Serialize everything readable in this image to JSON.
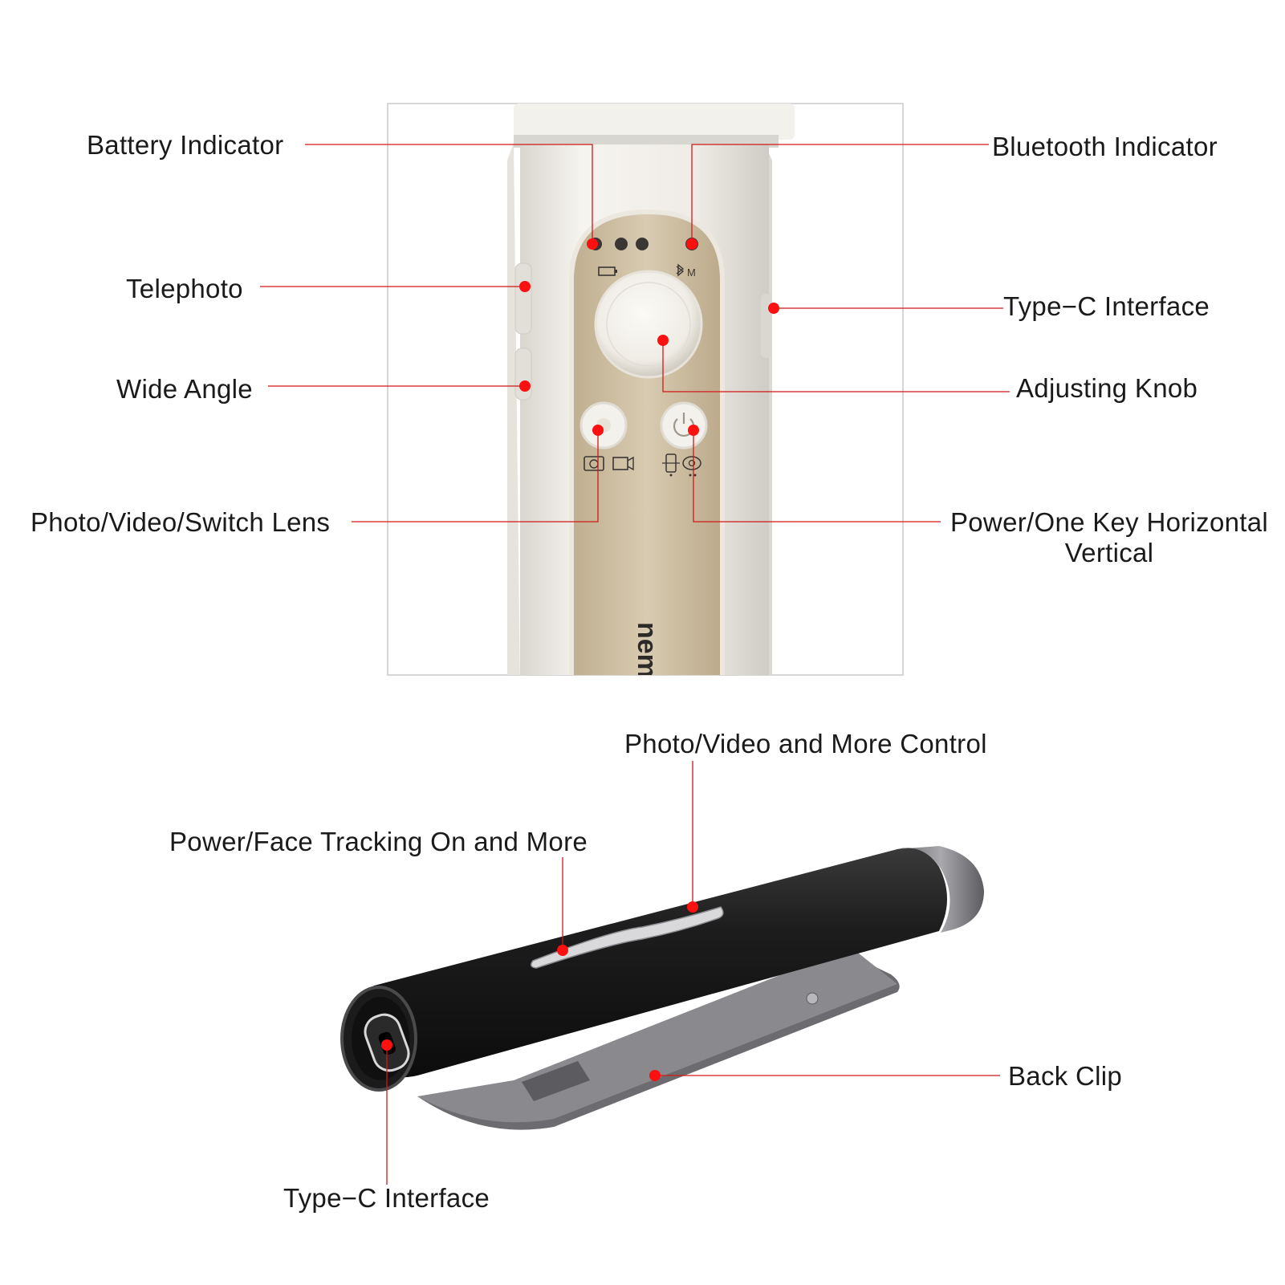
{
  "diagram": {
    "colors": {
      "callout_line": "#d01818",
      "callout_dot": "#ff1010",
      "grip_body": "#eeeae2",
      "grip_panel": "#d2c3a6",
      "remote_body": "#1c1c1c",
      "clip": "#7c7c80"
    },
    "grip": {
      "brand_text": "nem",
      "labels": {
        "battery_indicator": "Battery Indicator",
        "bluetooth_indicator": "Bluetooth Indicator",
        "telephoto": "Telephoto",
        "type_c_interface": "Type−C Interface",
        "wide_angle": "Wide Angle",
        "adjusting_knob": "Adjusting Knob",
        "photo_video_switch_lens": "Photo/Video/Switch Lens",
        "power_one_key_line1": "Power/One Key Horizontal",
        "power_one_key_line2": "Vertical"
      }
    },
    "remote": {
      "labels": {
        "photo_video_more_control": "Photo/Video and More Control",
        "power_face_tracking": "Power/Face Tracking On and More",
        "back_clip": "Back Clip",
        "type_c_interface": "Type−C Interface"
      }
    }
  }
}
